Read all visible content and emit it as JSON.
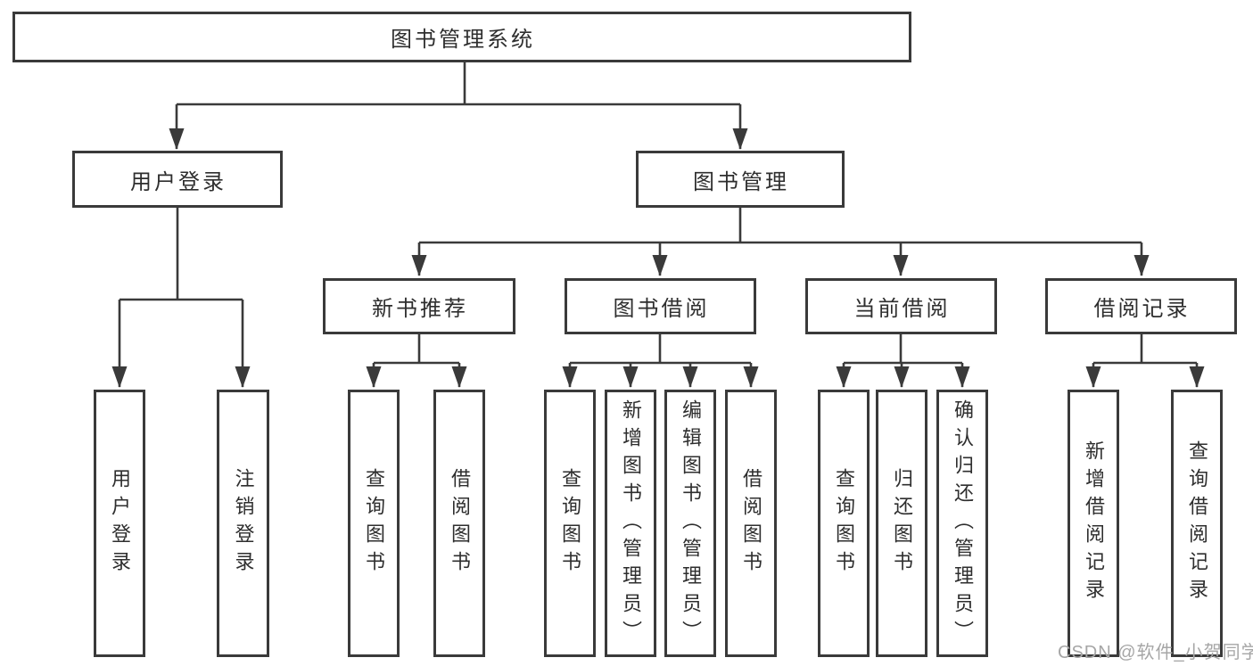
{
  "diagram_type": "hierarchy-tree",
  "tree": {
    "label": "图书管理系统",
    "children": [
      {
        "label": "用户登录",
        "children": [
          {
            "label": "用户登录"
          },
          {
            "label": "注销登录"
          }
        ]
      },
      {
        "label": "图书管理",
        "children": [
          {
            "label": "新书推荐",
            "children": [
              {
                "label": "查询图书"
              },
              {
                "label": "借阅图书"
              }
            ]
          },
          {
            "label": "图书借阅",
            "children": [
              {
                "label": "查询图书"
              },
              {
                "label": "新增图书（管理员）"
              },
              {
                "label": "编辑图书（管理员）"
              },
              {
                "label": "借阅图书"
              }
            ]
          },
          {
            "label": "当前借阅",
            "children": [
              {
                "label": "查询图书"
              },
              {
                "label": "归还图书"
              },
              {
                "label": "确认归还（管理员）"
              }
            ]
          },
          {
            "label": "借阅记录",
            "children": [
              {
                "label": "新增借阅记录"
              },
              {
                "label": "查询借阅记录"
              }
            ]
          }
        ]
      }
    ]
  },
  "watermark": "CSDN @软件_小贺同学",
  "colors": {
    "line": "#3a3a3a",
    "box_border": "#3a3a3a",
    "box_fill": "#ffffff",
    "text": "#2e2e2e",
    "watermark": "#a6a6a6",
    "background": "#ffffff"
  }
}
